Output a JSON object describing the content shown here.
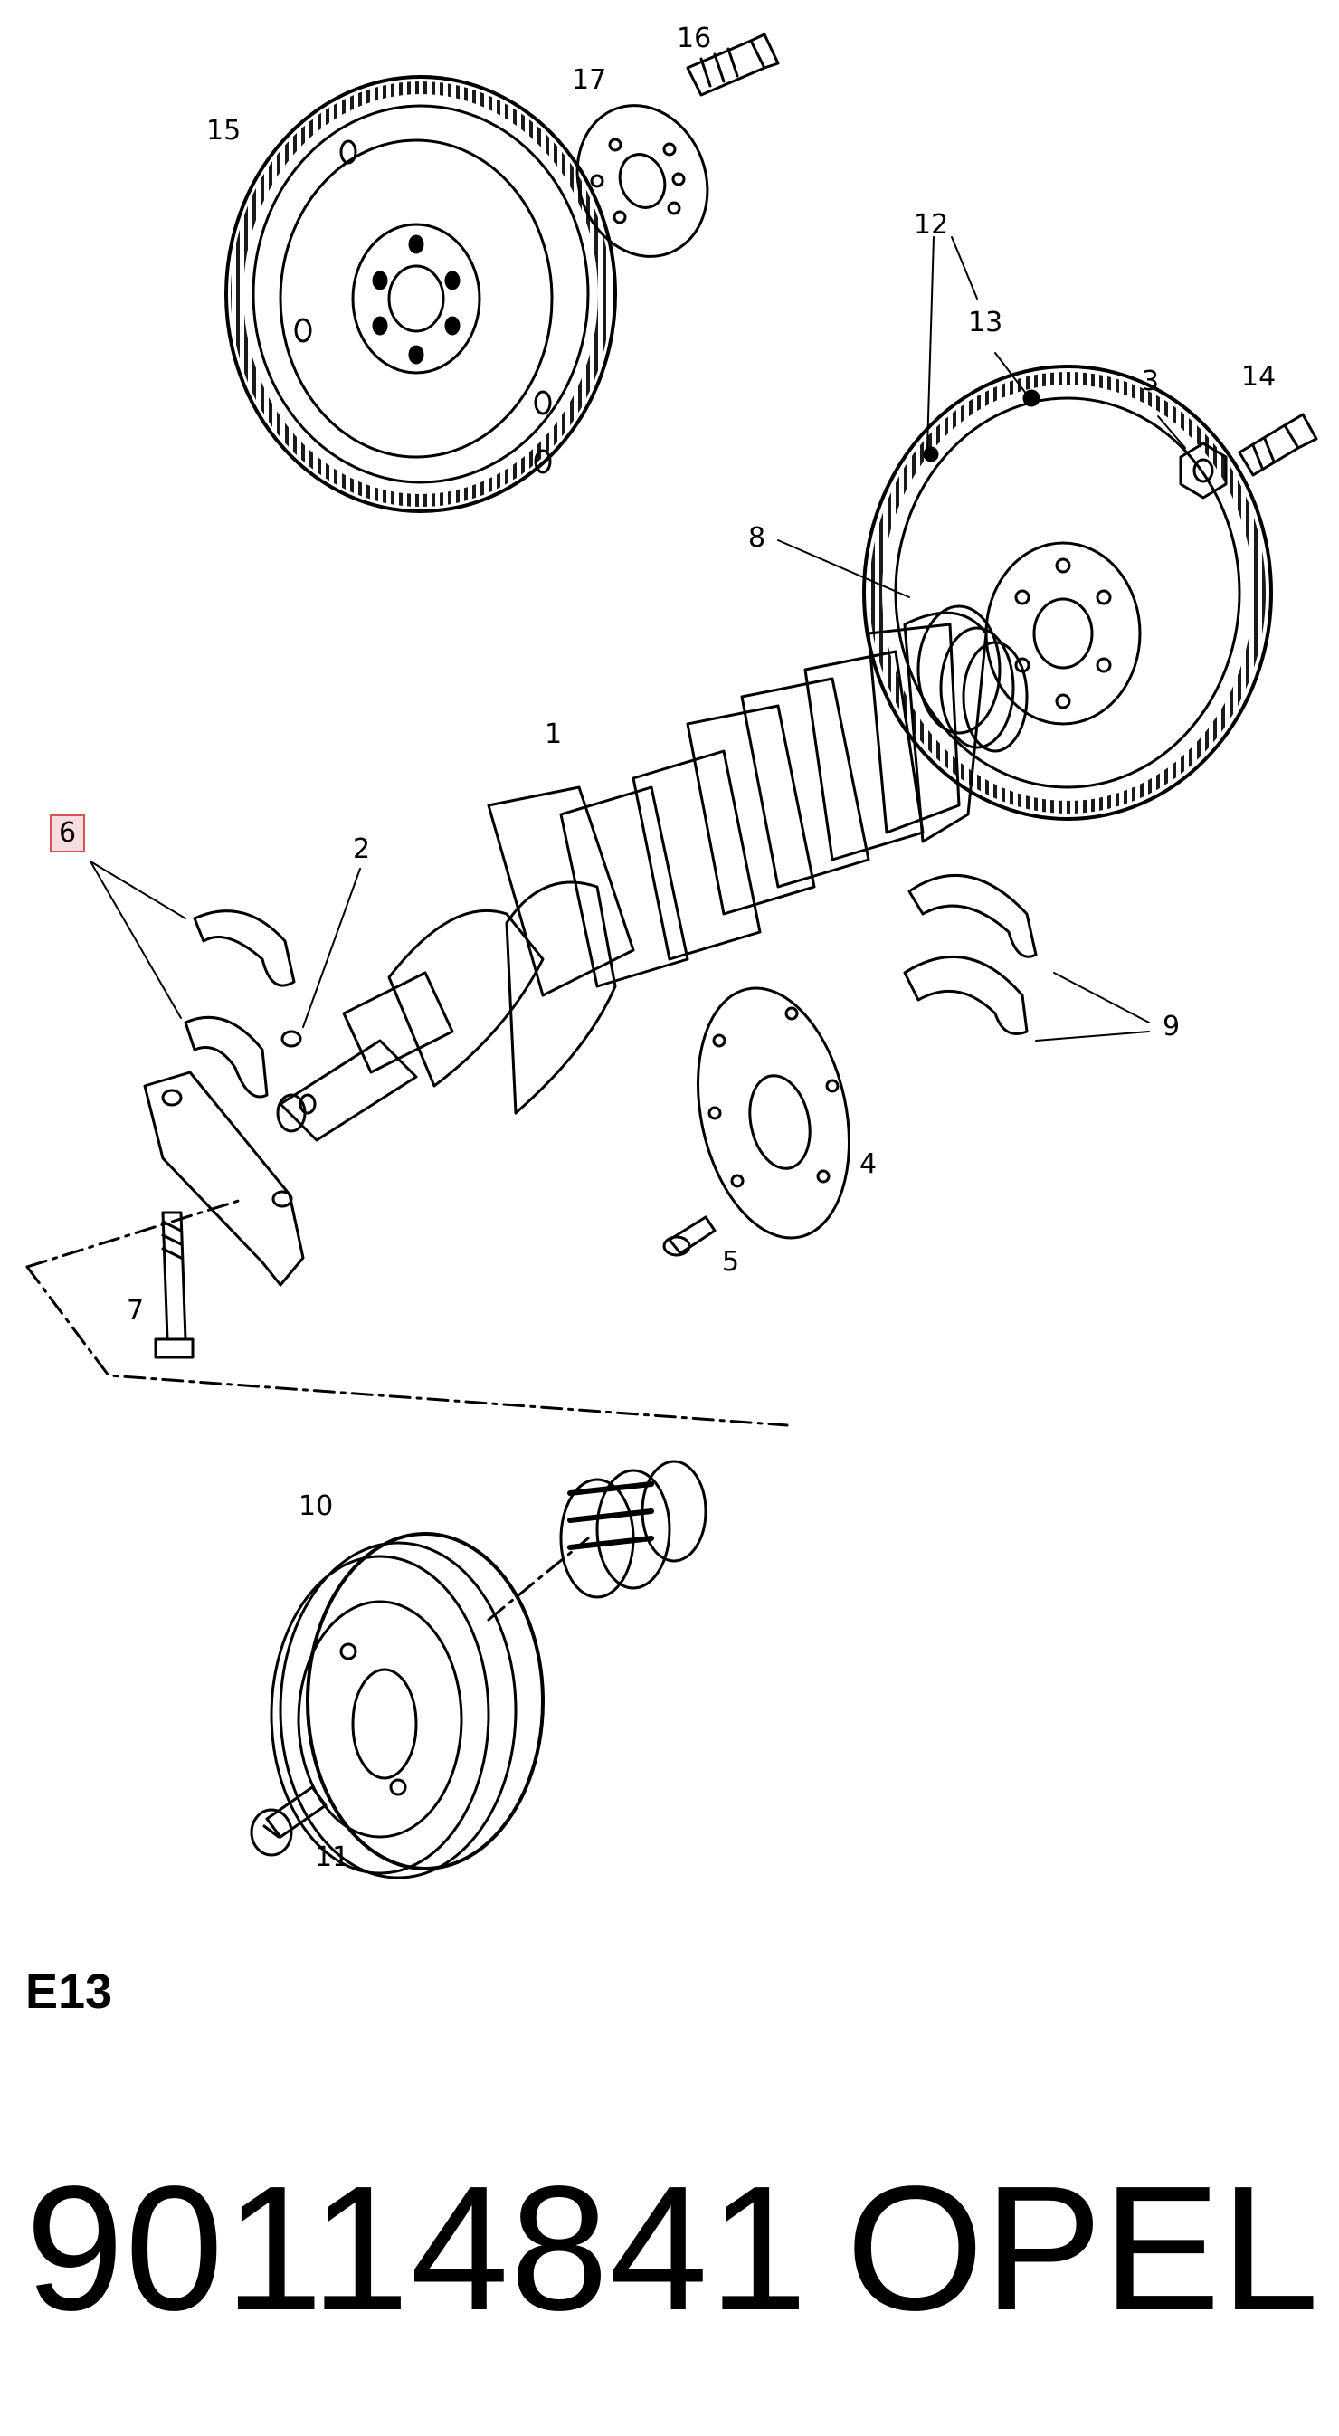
{
  "diagram": {
    "callouts": [
      {
        "id": "1",
        "label": "1",
        "highlighted": false
      },
      {
        "id": "2",
        "label": "2",
        "highlighted": false
      },
      {
        "id": "3",
        "label": "3",
        "highlighted": false
      },
      {
        "id": "4",
        "label": "4",
        "highlighted": false
      },
      {
        "id": "5",
        "label": "5",
        "highlighted": false
      },
      {
        "id": "6",
        "label": "6",
        "highlighted": true
      },
      {
        "id": "7",
        "label": "7",
        "highlighted": false
      },
      {
        "id": "8",
        "label": "8",
        "highlighted": false
      },
      {
        "id": "9",
        "label": "9",
        "highlighted": false
      },
      {
        "id": "10",
        "label": "10",
        "highlighted": false
      },
      {
        "id": "11",
        "label": "11",
        "highlighted": false
      },
      {
        "id": "12",
        "label": "12",
        "highlighted": false
      },
      {
        "id": "13",
        "label": "13",
        "highlighted": false
      },
      {
        "id": "14",
        "label": "14",
        "highlighted": false
      },
      {
        "id": "15",
        "label": "15",
        "highlighted": false
      },
      {
        "id": "16",
        "label": "16",
        "highlighted": false
      },
      {
        "id": "17",
        "label": "17",
        "highlighted": false
      }
    ],
    "highlight_color": "#d9534f",
    "highlight_fill": "#f8dde0"
  },
  "section_code": "E13",
  "part_number": "90114841",
  "brand": "OPEL"
}
